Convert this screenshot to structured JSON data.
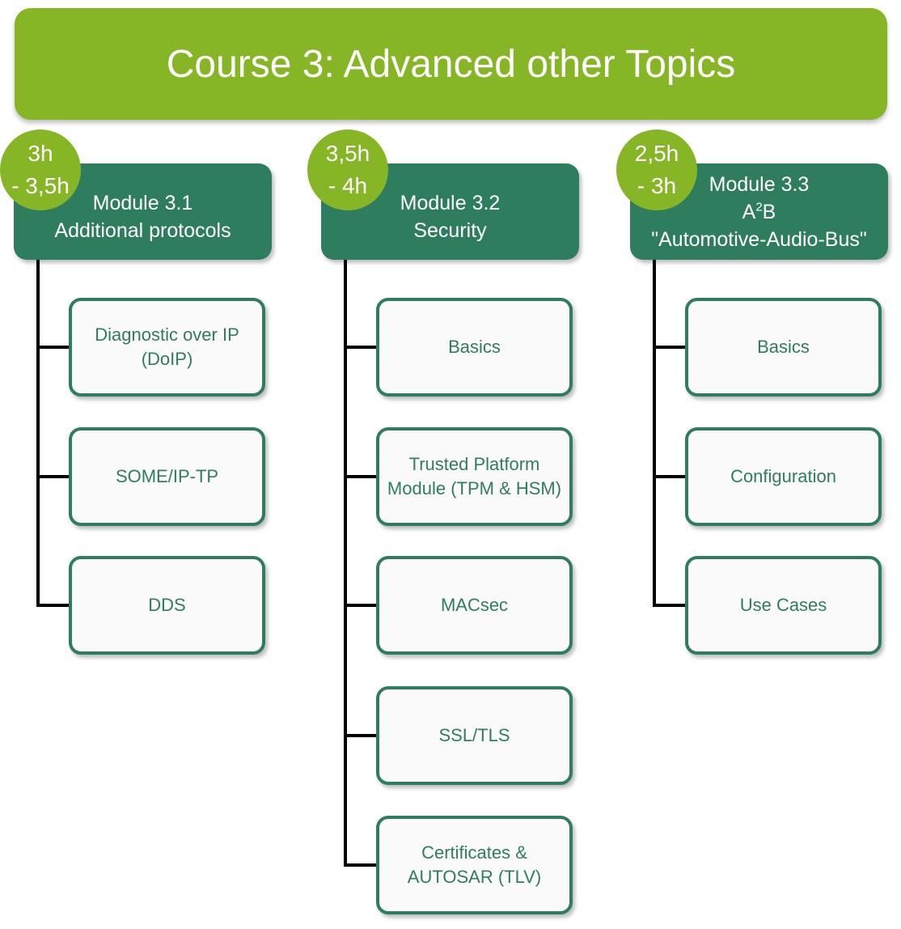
{
  "title": "Course 3: Advanced other Topics",
  "modules": [
    {
      "duration": [
        "3h",
        "- 3,5h"
      ],
      "lines": [
        "Module 3.1",
        "Additional protocols"
      ],
      "children": [
        [
          "Diagnostic over IP",
          "(DoIP)"
        ],
        [
          "SOME/IP-TP"
        ],
        [
          "DDS"
        ]
      ]
    },
    {
      "duration": [
        "3,5h",
        "- 4h"
      ],
      "lines": [
        "Module 3.2",
        "Security"
      ],
      "children": [
        [
          "Basics"
        ],
        [
          "Trusted Platform",
          "Module (TPM & HSM)"
        ],
        [
          "MACsec"
        ],
        [
          "SSL/TLS"
        ],
        [
          "Certificates &",
          "AUTOSAR (TLV)"
        ]
      ]
    },
    {
      "duration": [
        "2,5h",
        "- 3h"
      ],
      "lines": [
        "Module 3.3",
        "A",
        "2",
        "B",
        "\"Automotive-Audio-Bus\""
      ],
      "children": [
        [
          "Basics"
        ],
        [
          "Configuration"
        ],
        [
          "Use Cases"
        ]
      ]
    }
  ],
  "colors": {
    "title": "#86b525",
    "module": "#2e7d5e",
    "child_text": "#2e7d5e"
  }
}
